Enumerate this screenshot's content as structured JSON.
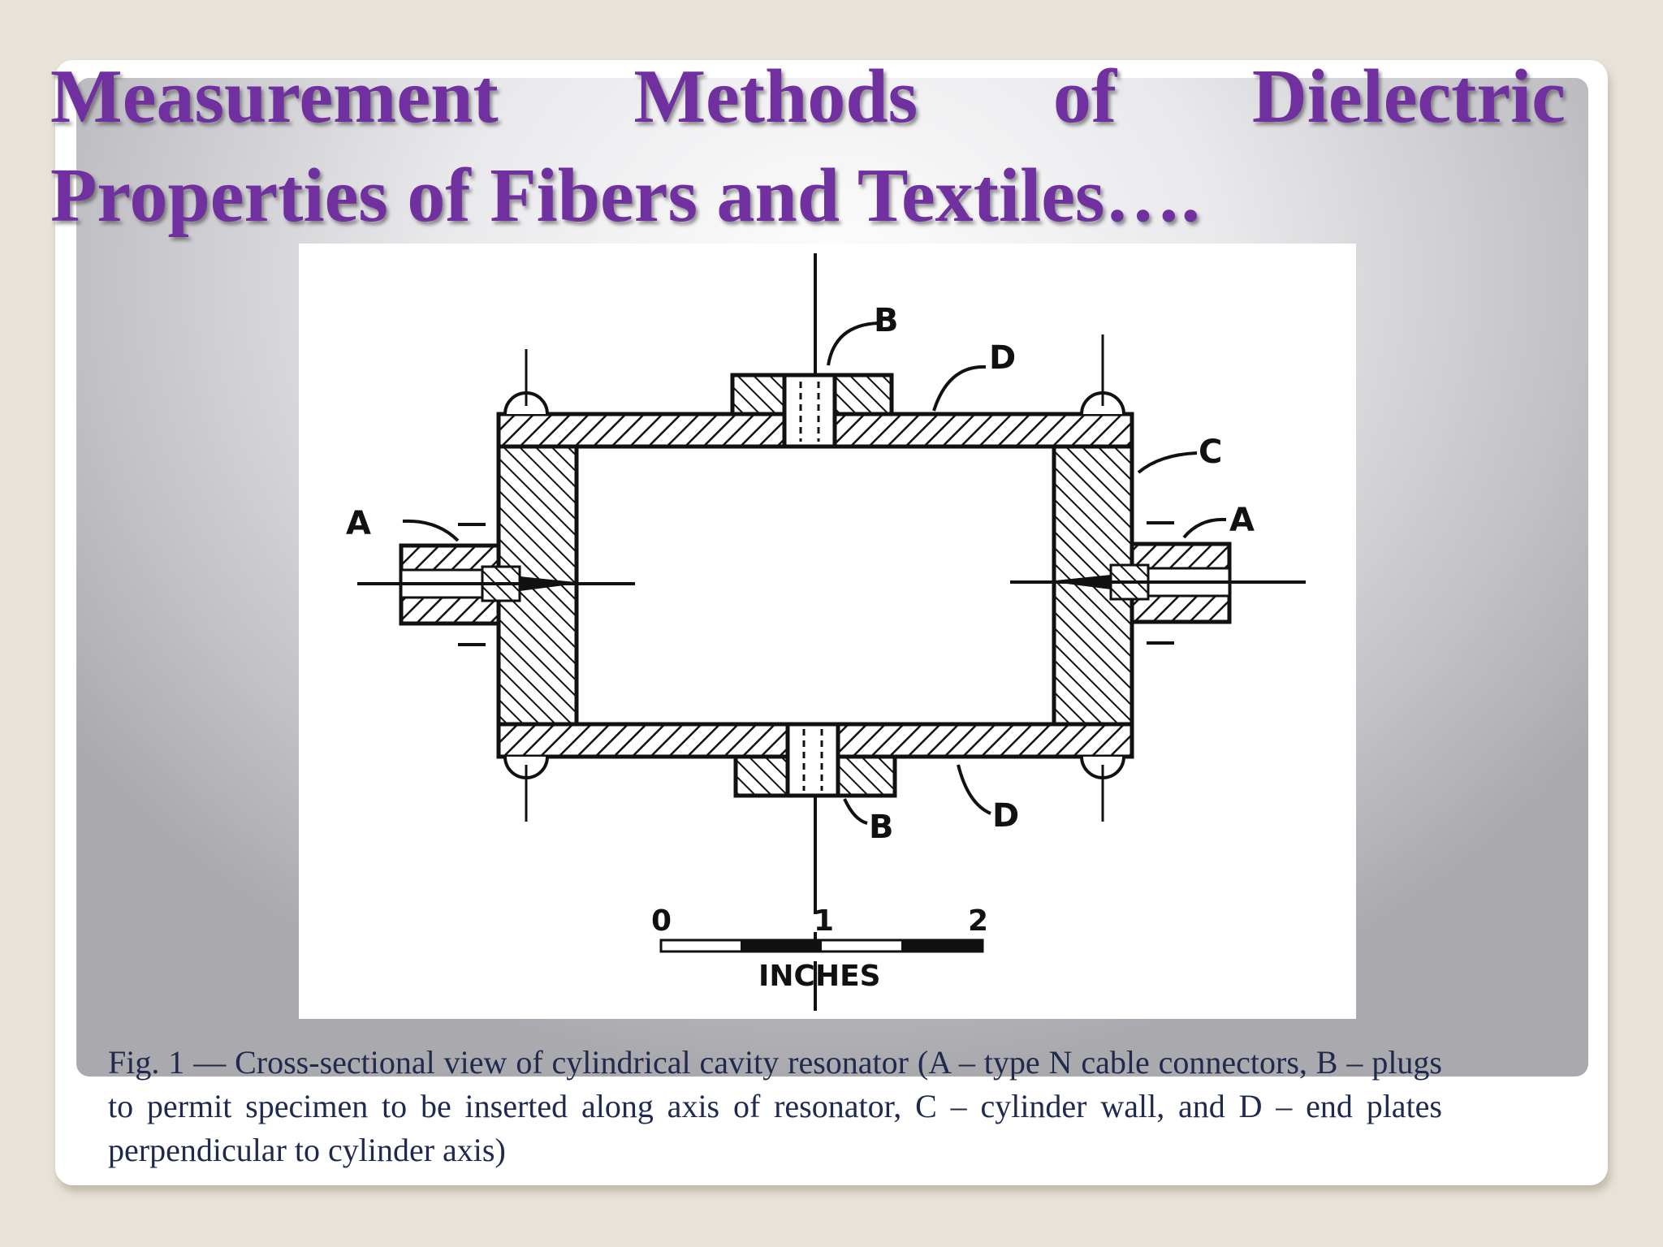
{
  "slide": {
    "title": "Measurement Methods of Dielectric Properties of Fibers and Textiles….",
    "caption": "Fig. 1 — Cross-sectional view of cylindrical cavity resonator (A – type N cable connectors, B – plugs to permit specimen to be inserted along axis of resonator, C – cylinder wall, and D – end plates perpendicular to cylinder axis)"
  },
  "diagram": {
    "labels": {
      "a_left": "A",
      "a_right": "A",
      "b_top": "B",
      "b_bottom": "B",
      "c": "C",
      "d_top": "D",
      "d_bottom": "D"
    },
    "scale": {
      "tick_0": "0",
      "tick_1": "1",
      "tick_2": "2",
      "unit": "INCHES"
    }
  },
  "colors": {
    "title": "#7030a0",
    "caption": "#1f2a4d",
    "background": "#e7e3d8"
  }
}
